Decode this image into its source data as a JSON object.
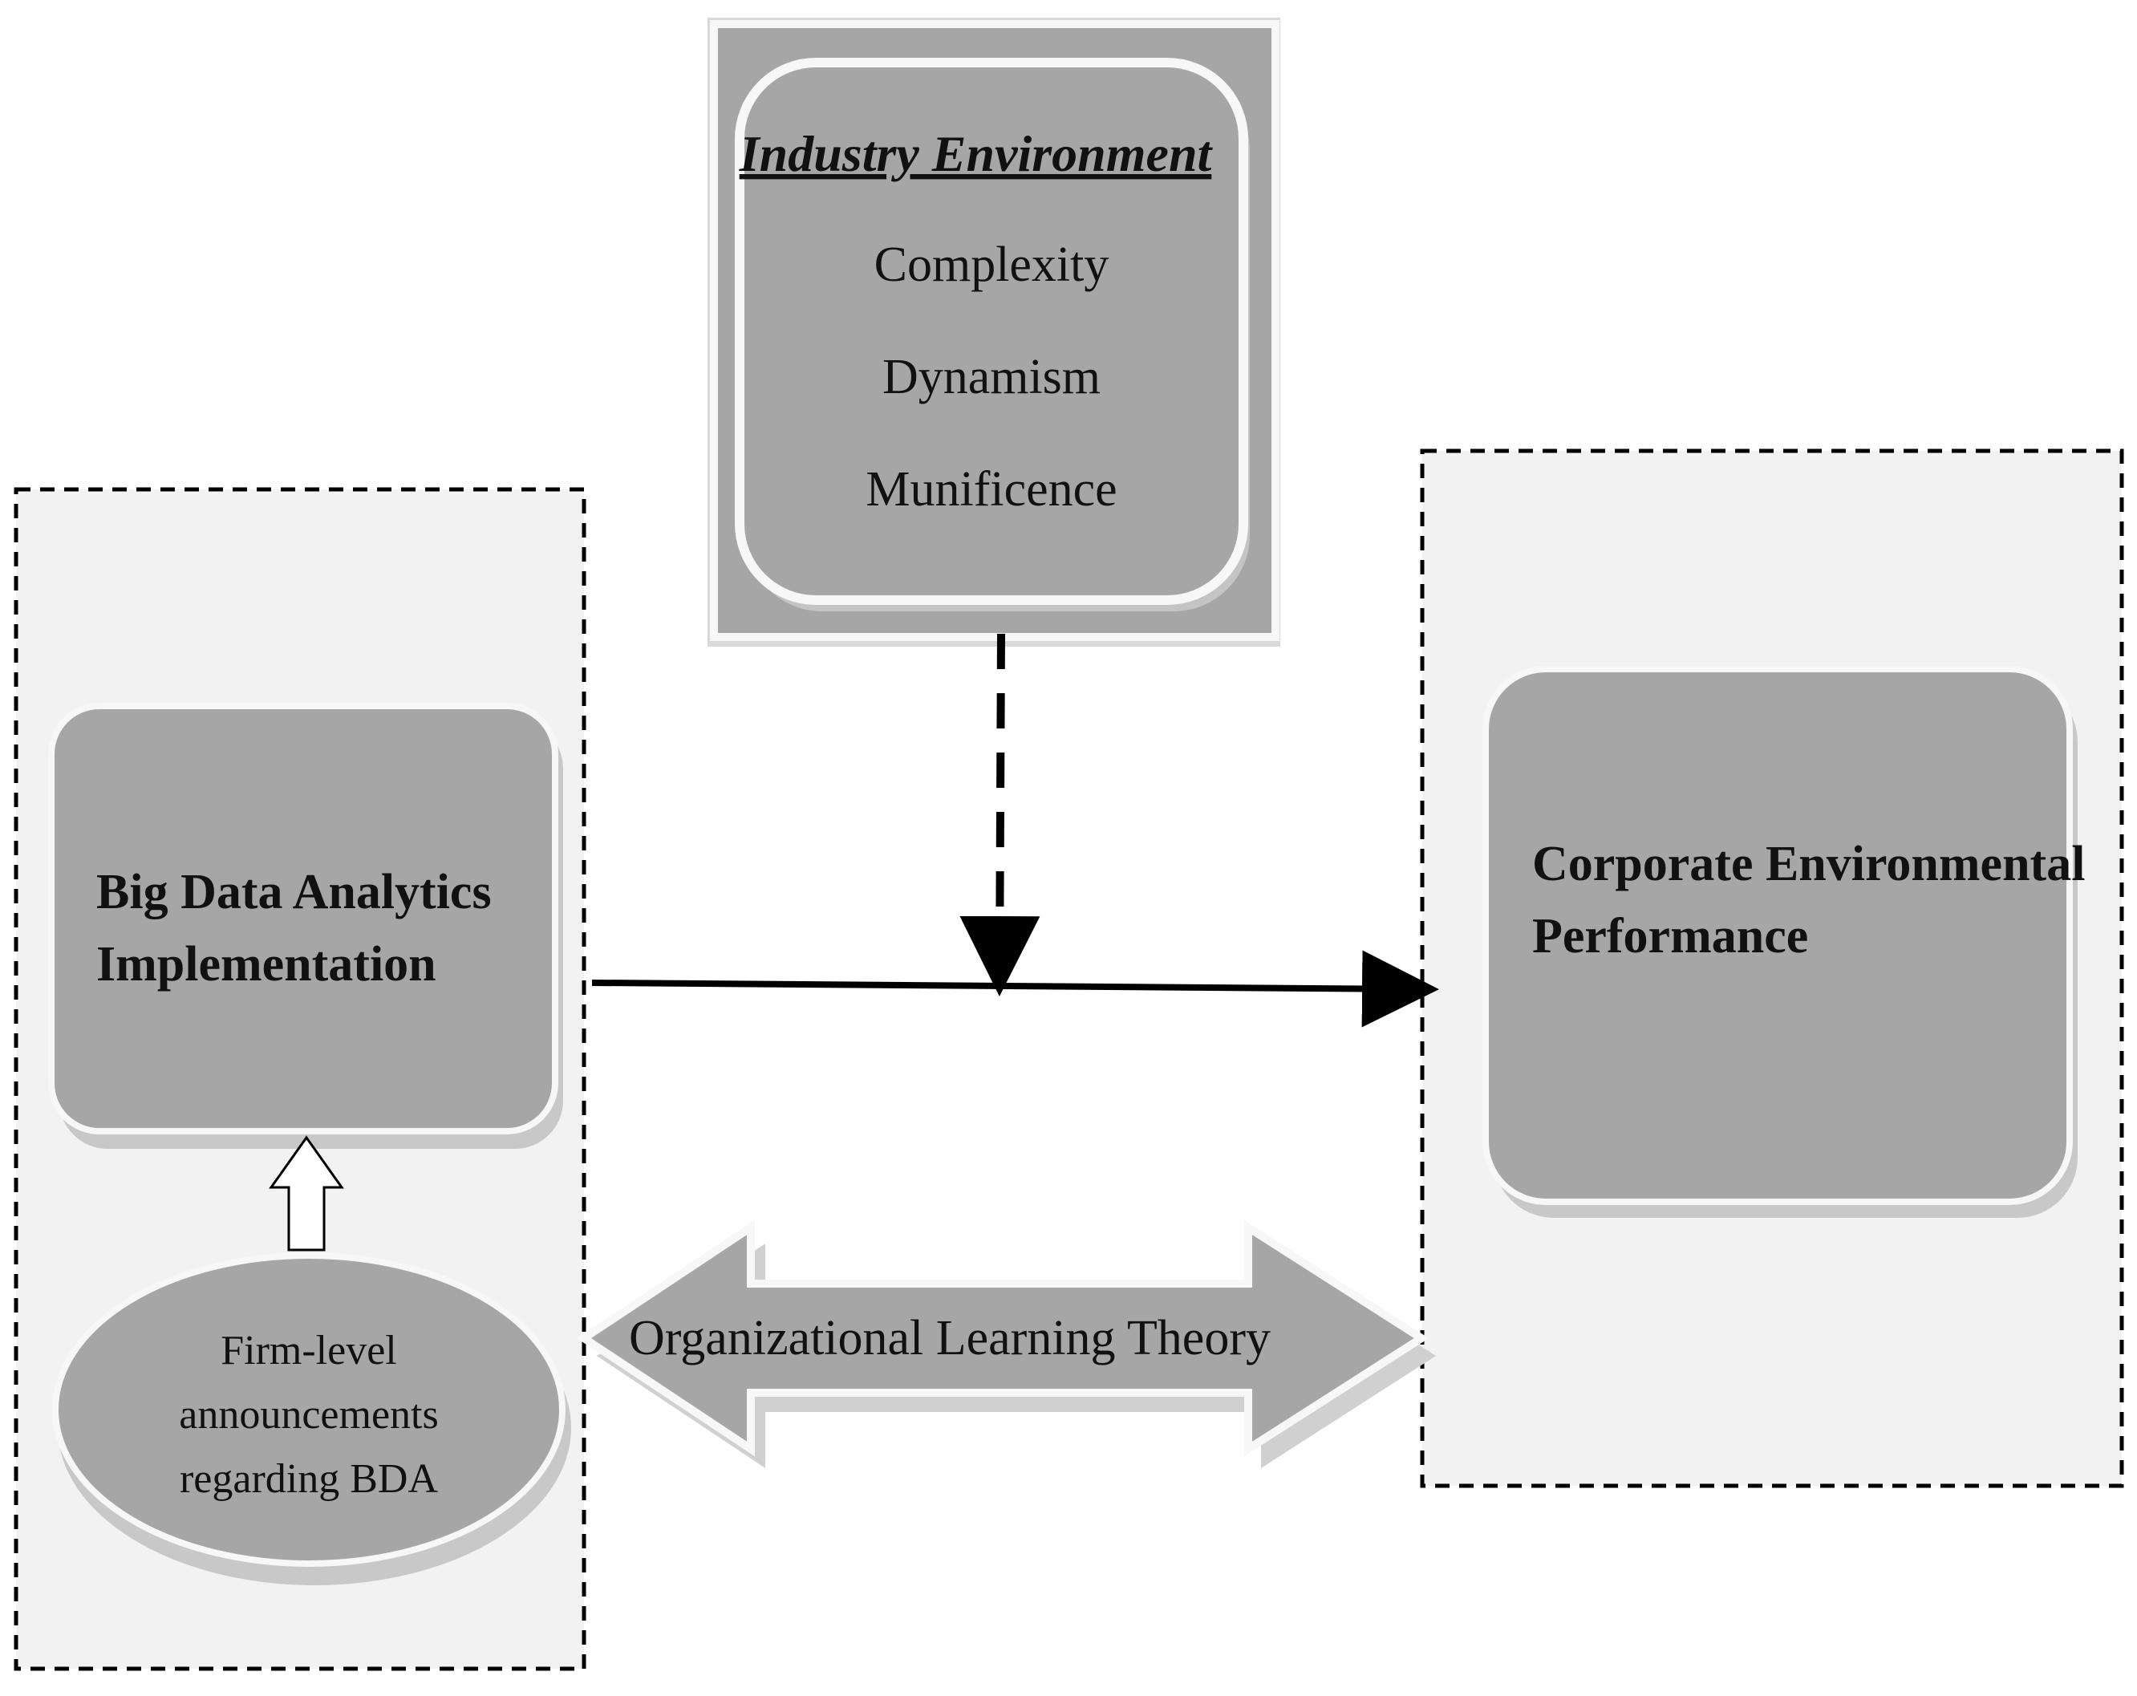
{
  "colors": {
    "box_fill": "#a6a6a6",
    "panel_fill": "#f2f2f2",
    "border_white": "#f7f7f7",
    "shadow": "#c8c8c8",
    "line": "#000000",
    "text": "#111111"
  },
  "industry_environment": {
    "title": "Industry Environment",
    "items": [
      "Complexity",
      "Dynamism",
      "Munificence"
    ]
  },
  "bda_implementation": {
    "line1": "Big Data Analytics",
    "line2": "Implementation"
  },
  "firm_announcements": {
    "line1": "Firm-level",
    "line2": "announcements",
    "line3": "regarding BDA"
  },
  "corporate_performance": {
    "line1": "Corporate Environmental",
    "line2": "Performance"
  },
  "theory": {
    "label": "Organizational Learning Theory"
  }
}
